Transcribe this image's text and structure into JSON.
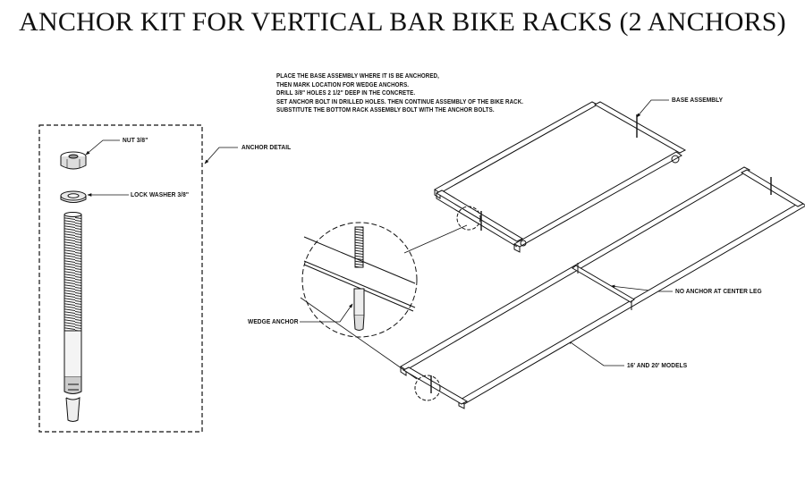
{
  "title": "ANCHOR KIT FOR VERTICAL BAR BIKE RACKS (2 ANCHORS)",
  "instructions": [
    "PLACE THE BASE ASSEMBLY WHERE IT IS BE ANCHORED,",
    "THEN MARK LOCATION FOR WEDGE ANCHORS.",
    "DRILL 3/8\" HOLES  2 1/2\" DEEP IN THE CONCRETE.",
    "SET ANCHOR BOLT IN DRILLED HOLES. THEN CONTINUE ASSEMBLY OF THE BIKE RACK.",
    "SUBSTITUTE THE BOTTOM RACK ASSEMBLY BOLT WITH THE ANCHOR BOLTS."
  ],
  "labels": {
    "nut": "NUT 3/8\"",
    "lock_washer": "LOCK WASHER 3/8\"",
    "anchor_detail": "ANCHOR DETAIL",
    "base_assembly": "BASE ASSEMBLY",
    "wedge_anchor": "WEDGE ANCHOR",
    "no_anchor_center": "NO ANCHOR AT CENTER LEG",
    "models": "16' AND 20' MODELS"
  }
}
